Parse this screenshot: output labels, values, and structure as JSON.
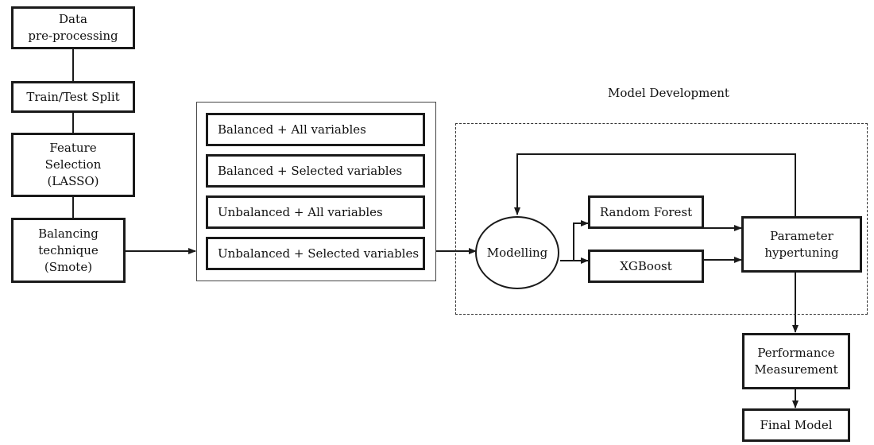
{
  "pipeline": {
    "preprocessing": "Data\npre-processing",
    "split": "Train/Test Split",
    "feature_selection": "Feature\nSelection\n(LASSO)",
    "balancing": "Balancing\ntechnique\n(Smote)"
  },
  "datasets": {
    "items": [
      "Balanced + All variables",
      "Balanced + Selected variables",
      "Unbalanced + All variables",
      "Unbalanced + Selected variables"
    ]
  },
  "model_development": {
    "title": "Model Development",
    "modelling": "Modelling",
    "random_forest": "Random Forest",
    "xgboost": "XGBoost",
    "tuning": "Parameter\nhypertuning"
  },
  "evaluation": {
    "performance": "Performance\nMeasurement",
    "final": "Final Model"
  },
  "colors": {
    "line": "#1a1a1a",
    "background": "#ffffff"
  }
}
